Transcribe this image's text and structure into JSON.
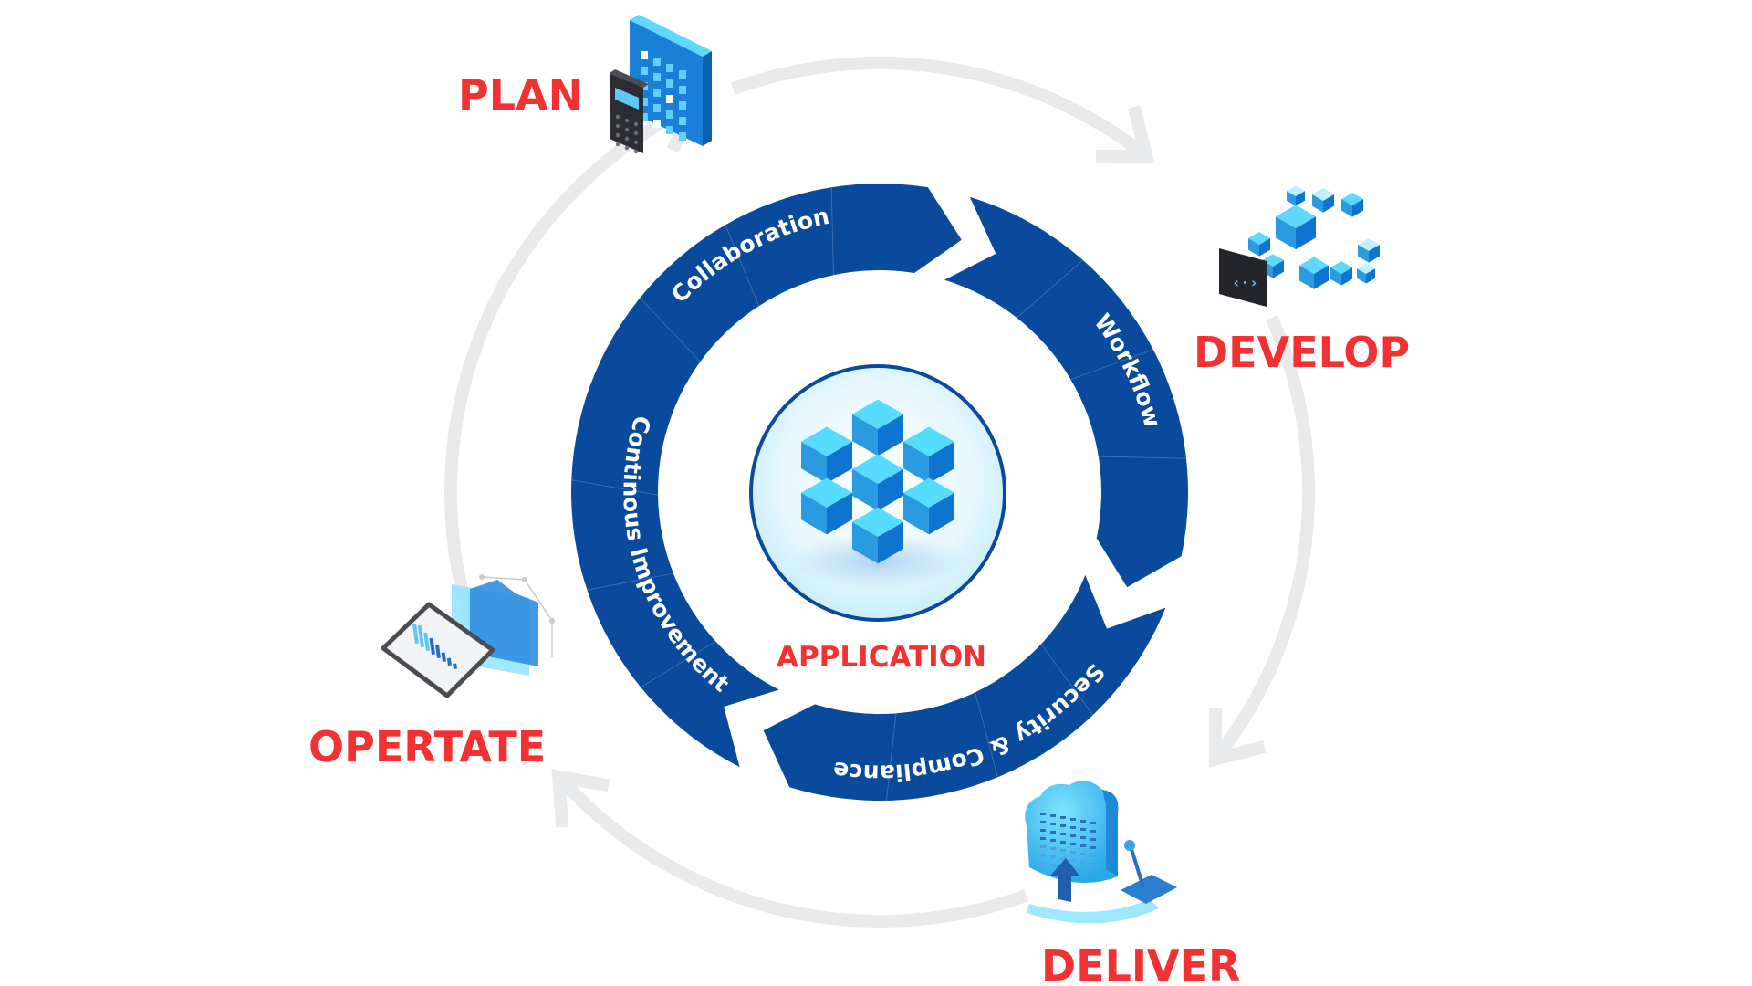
{
  "diagram": {
    "center": {
      "label": "APPLICATION",
      "icon": "cube-cluster-icon"
    },
    "inner_cycle": [
      {
        "label": "Collaboration"
      },
      {
        "label": "Workflow"
      },
      {
        "label": "Security & Compliance"
      },
      {
        "label": "Continous Improvement"
      }
    ],
    "outer_cycle": [
      {
        "label": "PLAN",
        "icon": "calendar-calculator-icon"
      },
      {
        "label": "DEVELOP",
        "icon": "code-cubes-icon"
      },
      {
        "label": "DELIVER",
        "icon": "cloud-deploy-icon"
      },
      {
        "label": "OPERTATE",
        "icon": "monitoring-dashboard-icon"
      }
    ],
    "colors": {
      "ring_blue": "#0a4a9c",
      "label_red": "#f23232",
      "arrow_gray": "#e8e9eb",
      "cube_blue": "#2a9be0",
      "cube_light": "#55dcff"
    }
  }
}
